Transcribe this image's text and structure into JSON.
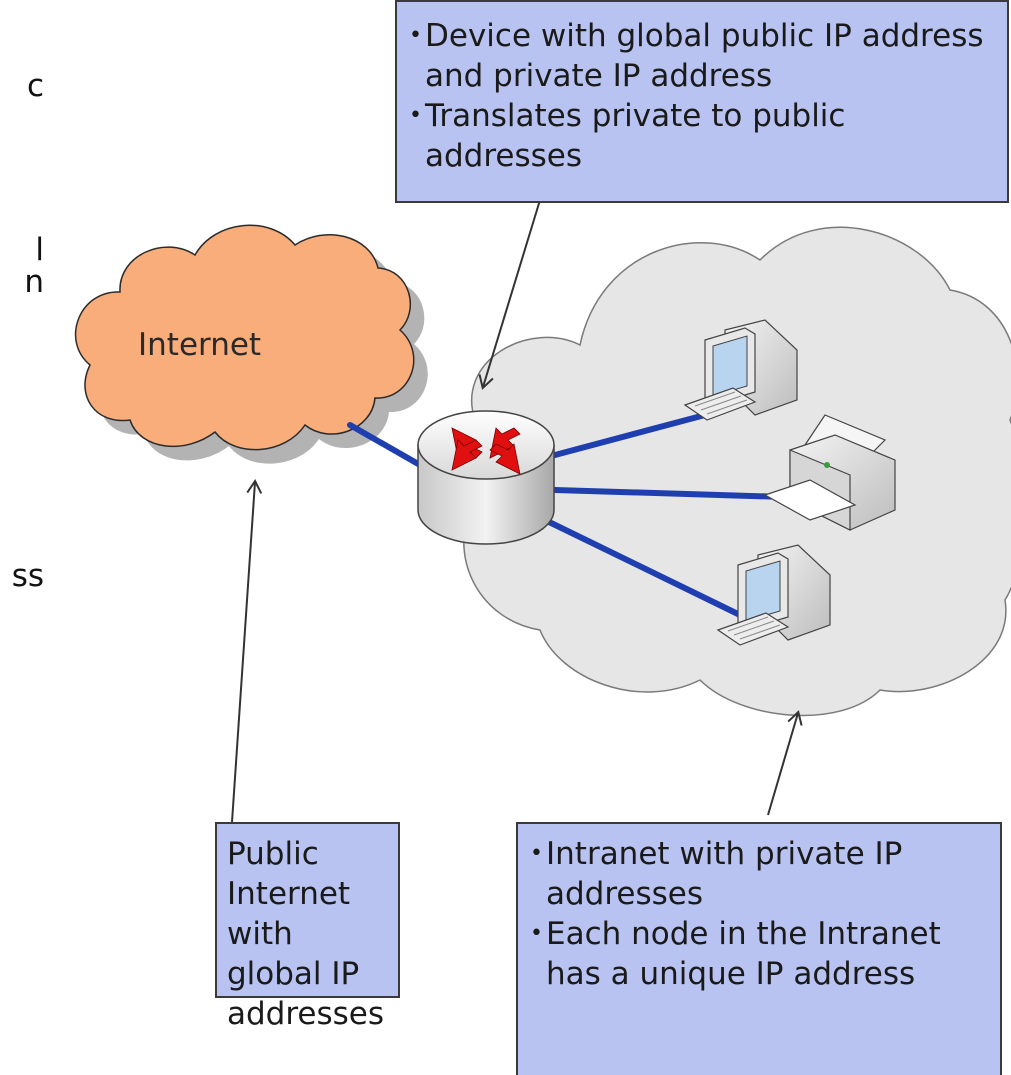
{
  "internet_cloud": {
    "label": "Internet"
  },
  "edge_fragments": [
    "c",
    "l",
    "n",
    "ss"
  ],
  "nat_callout": {
    "items": [
      "Device with global public IP address and private IP address",
      "Translates private to public addresses"
    ]
  },
  "public_callout": {
    "text": "Public Internet with global IP addresses"
  },
  "intranet_callout": {
    "items": [
      "Intranet with private IP addresses",
      "Each node in the Intranet has a unique IP address"
    ]
  },
  "colors": {
    "internet_cloud": "#f9ad7b",
    "intranet_cloud": "#e6e6e6",
    "link": "#1f3fb0",
    "callout_fill": "#b8c3f1",
    "router_arrows": "#e01010"
  },
  "icons": [
    "router-icon",
    "desktop-computer-icon",
    "printer-icon",
    "desktop-computer-icon"
  ]
}
